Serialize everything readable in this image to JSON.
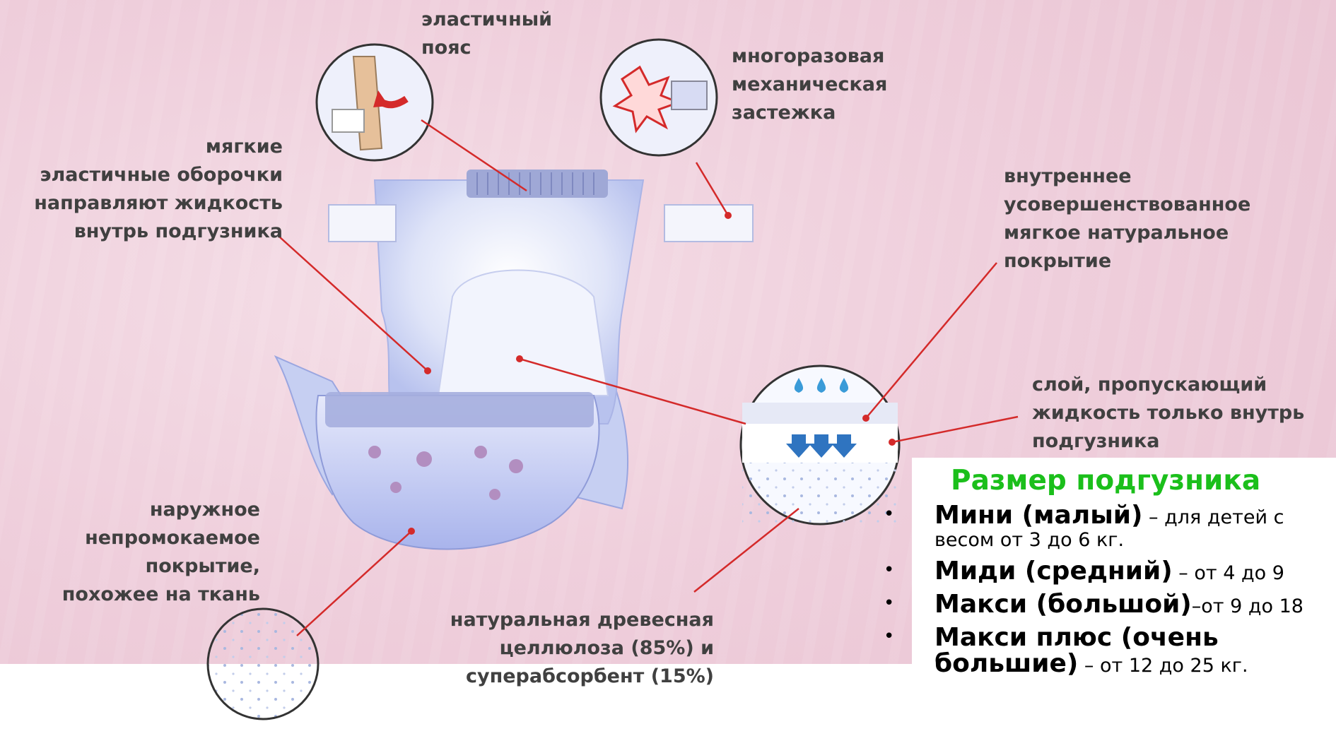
{
  "labels": {
    "belt": "эластичный\nпояс",
    "fastener": "многоразовая\nмеханическая\nзастежка",
    "cuffs": "мягкие\nэластичные оборочки\nнаправляют жидкость\nвнутрь подгузника",
    "inner": "внутреннее\nусовершенствованное\nмягкое натуральное\nпокрытие",
    "layer": "слой, пропускающий\nжидкость только внутрь\nподгузника",
    "outer": "наружное\nнепромокаемое\nпокрытие,\nпохожее на ткань",
    "core": "натуральная древесная\nцеллюлоза (85%) и\nсуперабсорбент (15%)"
  },
  "sizes": {
    "title": "Размер подгузника",
    "bullet": "•",
    "items": [
      {
        "name": "Мини (малый)",
        "desc": " – для детей с весом от 3 до 6 кг."
      },
      {
        "name": "Миди (средний)",
        "desc": " – от 4 до 9"
      },
      {
        "name": "Макси (большой)",
        "desc": "–от 9 до 18"
      },
      {
        "name": "Макси плюс (очень большие)",
        "desc": " – от 12 до 25 кг."
      }
    ]
  },
  "colors": {
    "background": "#efcfdc",
    "leader": "#d42a2a",
    "label": "#404040",
    "title": "#1bbf1b",
    "diaper": "#c9d2f3"
  }
}
